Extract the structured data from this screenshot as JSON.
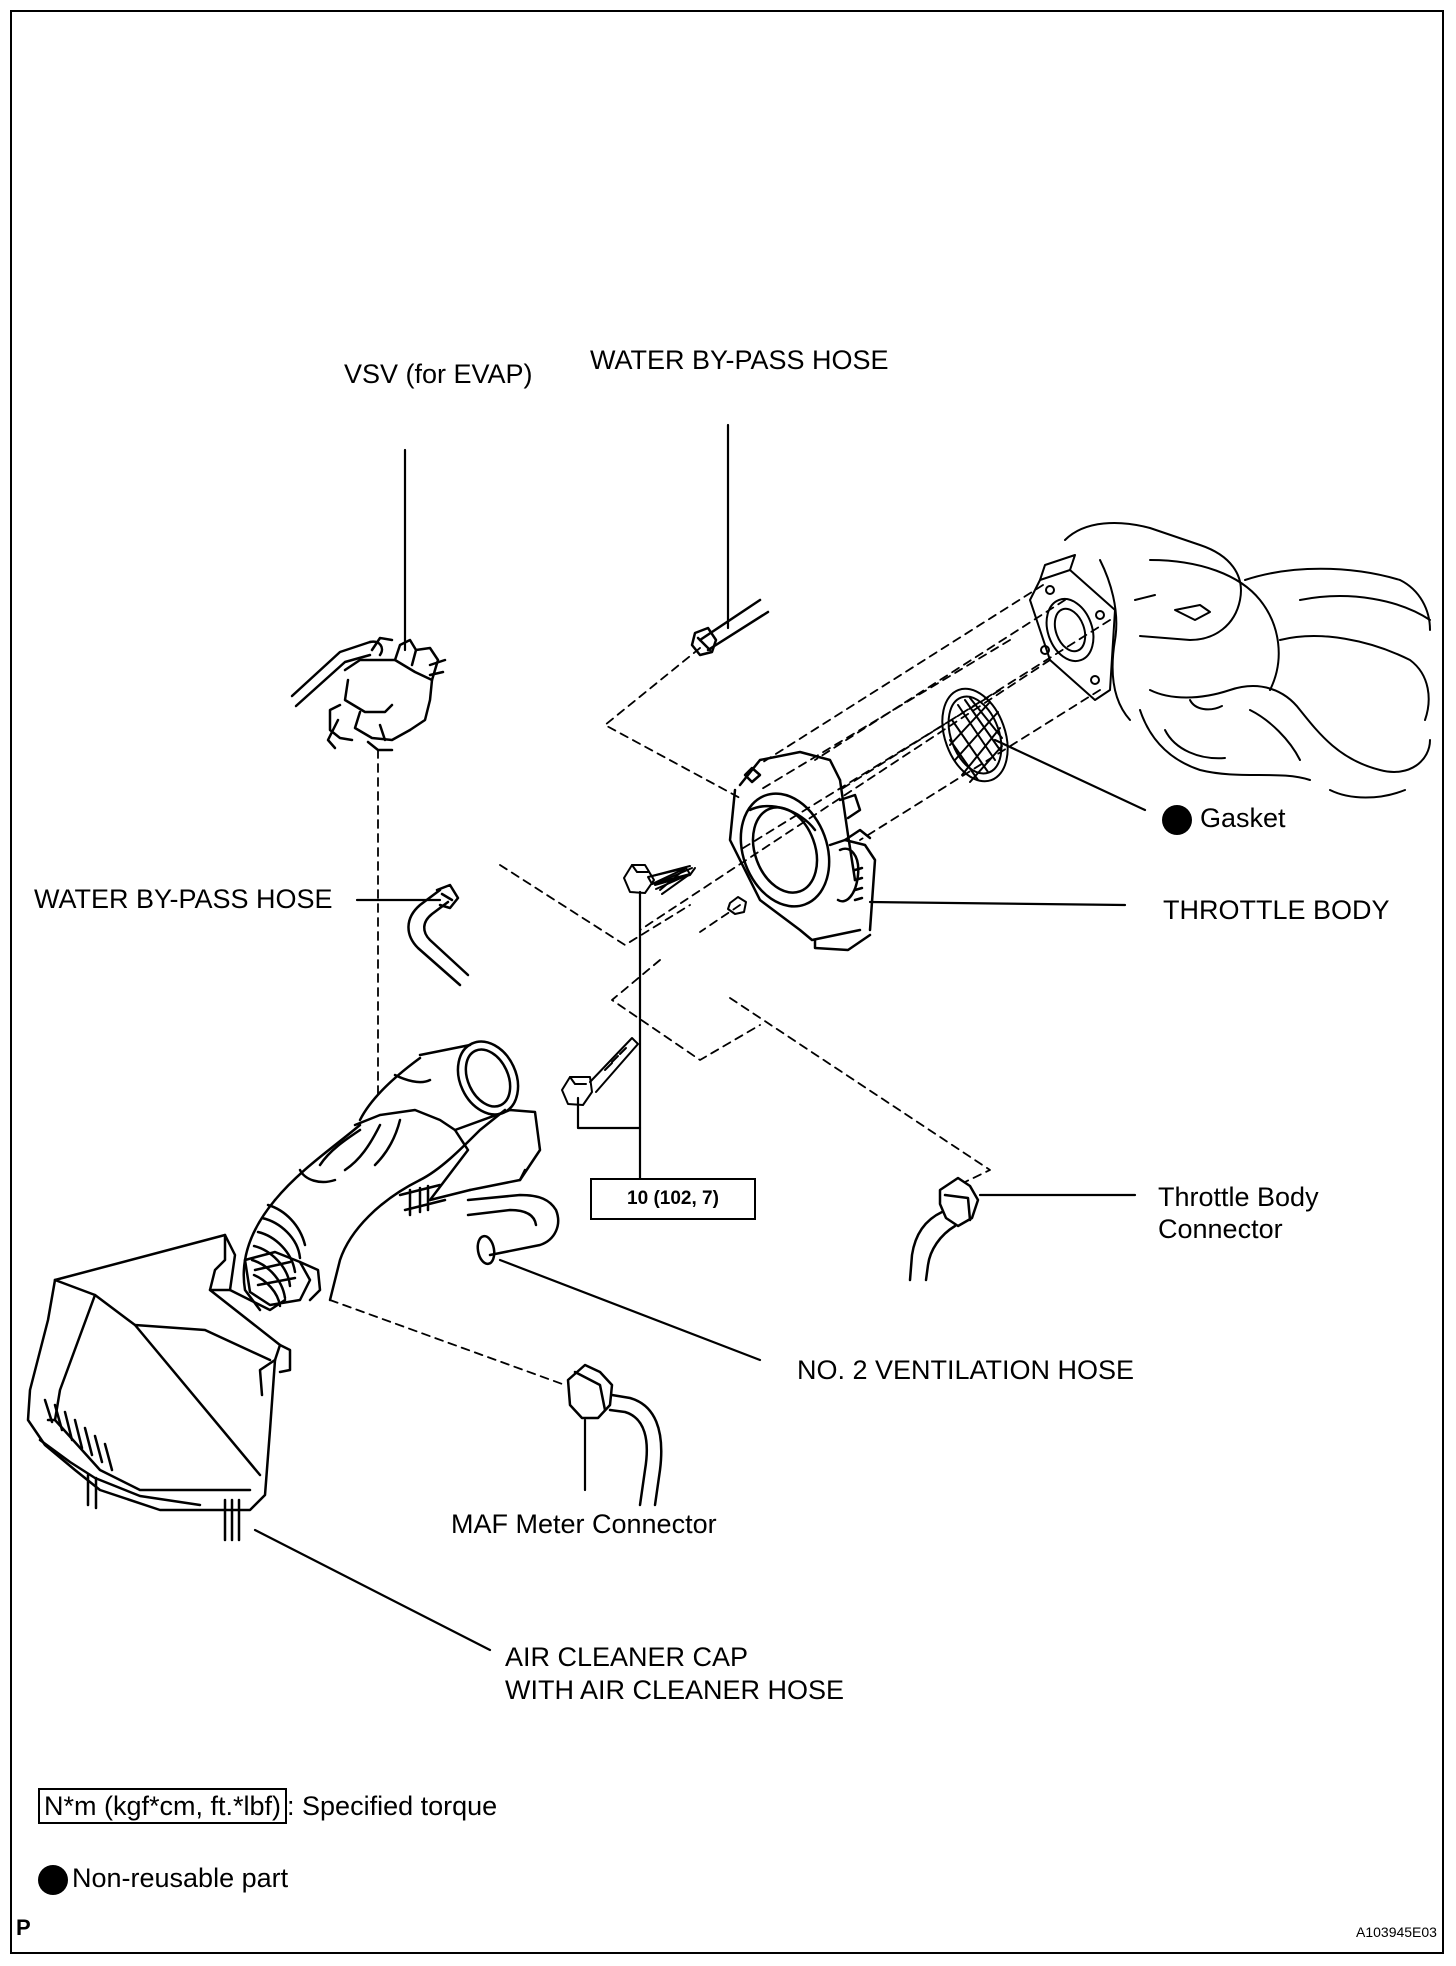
{
  "labels": {
    "vsv": "VSV (for EVAP)",
    "water_bypass_top": "WATER BY-PASS HOSE",
    "water_bypass_left": "WATER BY-PASS HOSE",
    "gasket": "Gasket",
    "throttle_body": "THROTTLE BODY",
    "torque_value": "10 (102, 7)",
    "throttle_body_connector_line1": "Throttle Body",
    "throttle_body_connector_line2": "Connector",
    "no2_ventilation_hose": "NO. 2 VENTILATION HOSE",
    "maf_connector": "MAF Meter Connector",
    "air_cleaner_line1": "AIR CLEANER CAP",
    "air_cleaner_line2": "WITH AIR CLEANER HOSE"
  },
  "legend": {
    "torque_unit": "N*m (kgf*cm, ft.*lbf)",
    "torque_desc": ": Specified torque",
    "nonreusable_desc": "Non-reusable part"
  },
  "footer": {
    "left_mark": "P",
    "figure_code": "A103945E03"
  },
  "icons": {
    "non_reusable_marker": "filled-circle-icon"
  },
  "colors": {
    "line": "#000000",
    "background": "#ffffff"
  }
}
